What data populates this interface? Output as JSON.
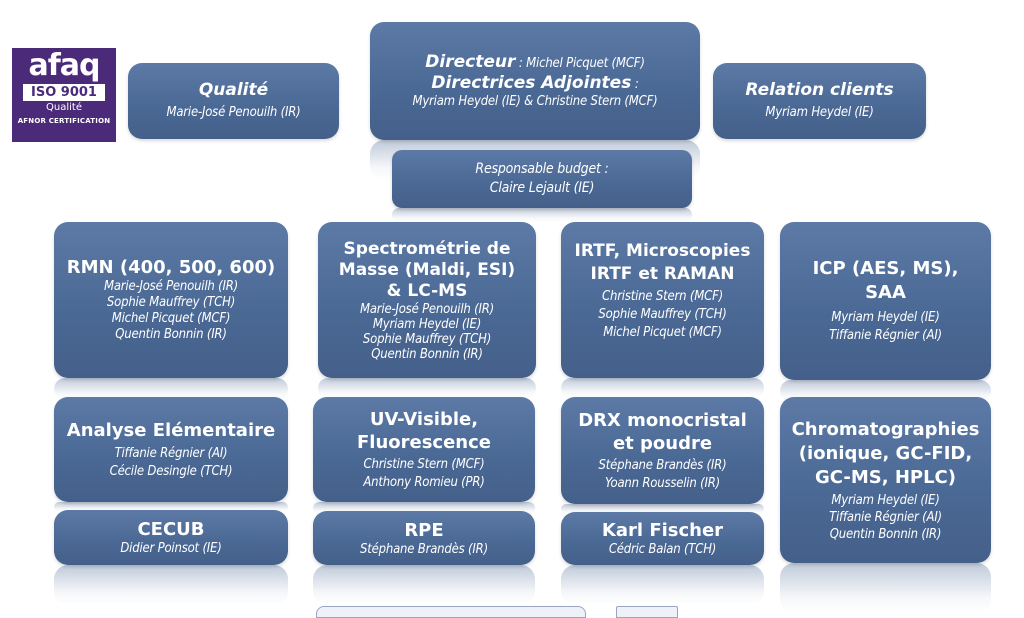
{
  "logo": {
    "brand": "afaq",
    "standard": "ISO 9001",
    "qualite": "Qualité",
    "cert": "AFNOR CERTIFICATION"
  },
  "top": {
    "qualite": {
      "title": "Qualité",
      "persons": [
        "Marie-José Penouilh (IR)"
      ]
    },
    "direction": {
      "directeur_label": "Directeur",
      "directeur_name": " : Michel Picquet (MCF)",
      "adjointes_label": "Directrices Adjointes",
      "adjointes_colon": " :",
      "adjointes_names": "Myriam Heydel (IE) & Christine Stern (MCF)"
    },
    "relation": {
      "title": "Relation clients",
      "persons": [
        "Myriam Heydel (IE)"
      ]
    },
    "budget": {
      "title": "Responsable budget :",
      "persons": [
        "Claire Lejault (IE)"
      ]
    }
  },
  "units": {
    "rmn": {
      "title": [
        "RMN (400, 500, 600)"
      ],
      "persons": [
        "Marie-José Penouilh (IR)",
        "Sophie Mauffrey (TCH)",
        "Michel Picquet (MCF)",
        "Quentin Bonnin (IR)"
      ]
    },
    "ms": {
      "title": [
        "Spectrométrie de",
        "Masse (Maldi, ESI)",
        "& LC-MS"
      ],
      "persons": [
        "Marie-José Penouilh (IR)",
        "Myriam Heydel (IE)",
        "Sophie Mauffrey (TCH)",
        "Quentin Bonnin (IR)"
      ]
    },
    "irtf": {
      "title": [
        "IRTF, Microscopies",
        "IRTF et RAMAN"
      ],
      "persons": [
        "Christine Stern (MCF)",
        "Sophie Mauffrey (TCH)",
        "Michel Picquet (MCF)"
      ]
    },
    "icp": {
      "title": [
        "ICP (AES, MS),",
        "SAA"
      ],
      "persons": [
        "Myriam Heydel (IE)",
        "Tiffanie Régnier (AI)"
      ]
    },
    "elem": {
      "title": [
        "Analyse Elémentaire"
      ],
      "persons": [
        "Tiffanie Régnier (AI)",
        "Cécile Desingle (TCH)"
      ]
    },
    "uv": {
      "title": [
        "UV-Visible,",
        "Fluorescence"
      ],
      "persons": [
        "Christine Stern (MCF)",
        "Anthony Romieu (PR)"
      ]
    },
    "drx": {
      "title": [
        "DRX monocristal",
        "et poudre"
      ],
      "persons": [
        "Stéphane Brandès (IR)",
        "Yoann Rousselin (IR)"
      ]
    },
    "chrom": {
      "title": [
        "Chromatographies",
        "(ionique, GC-FID,",
        "GC-MS, HPLC)"
      ],
      "persons": [
        "Myriam Heydel (IE)",
        "Tiffanie Régnier (AI)",
        "Quentin Bonnin (IR)"
      ]
    },
    "cecub": {
      "title": [
        "CECUB"
      ],
      "persons": [
        "Didier Poinsot (IE)"
      ]
    },
    "rpe": {
      "title": [
        "RPE"
      ],
      "persons": [
        "Stéphane Brandès (IR)"
      ]
    },
    "kf": {
      "title": [
        "Karl Fischer"
      ],
      "persons": [
        "Cédric Balan (TCH)"
      ]
    }
  }
}
